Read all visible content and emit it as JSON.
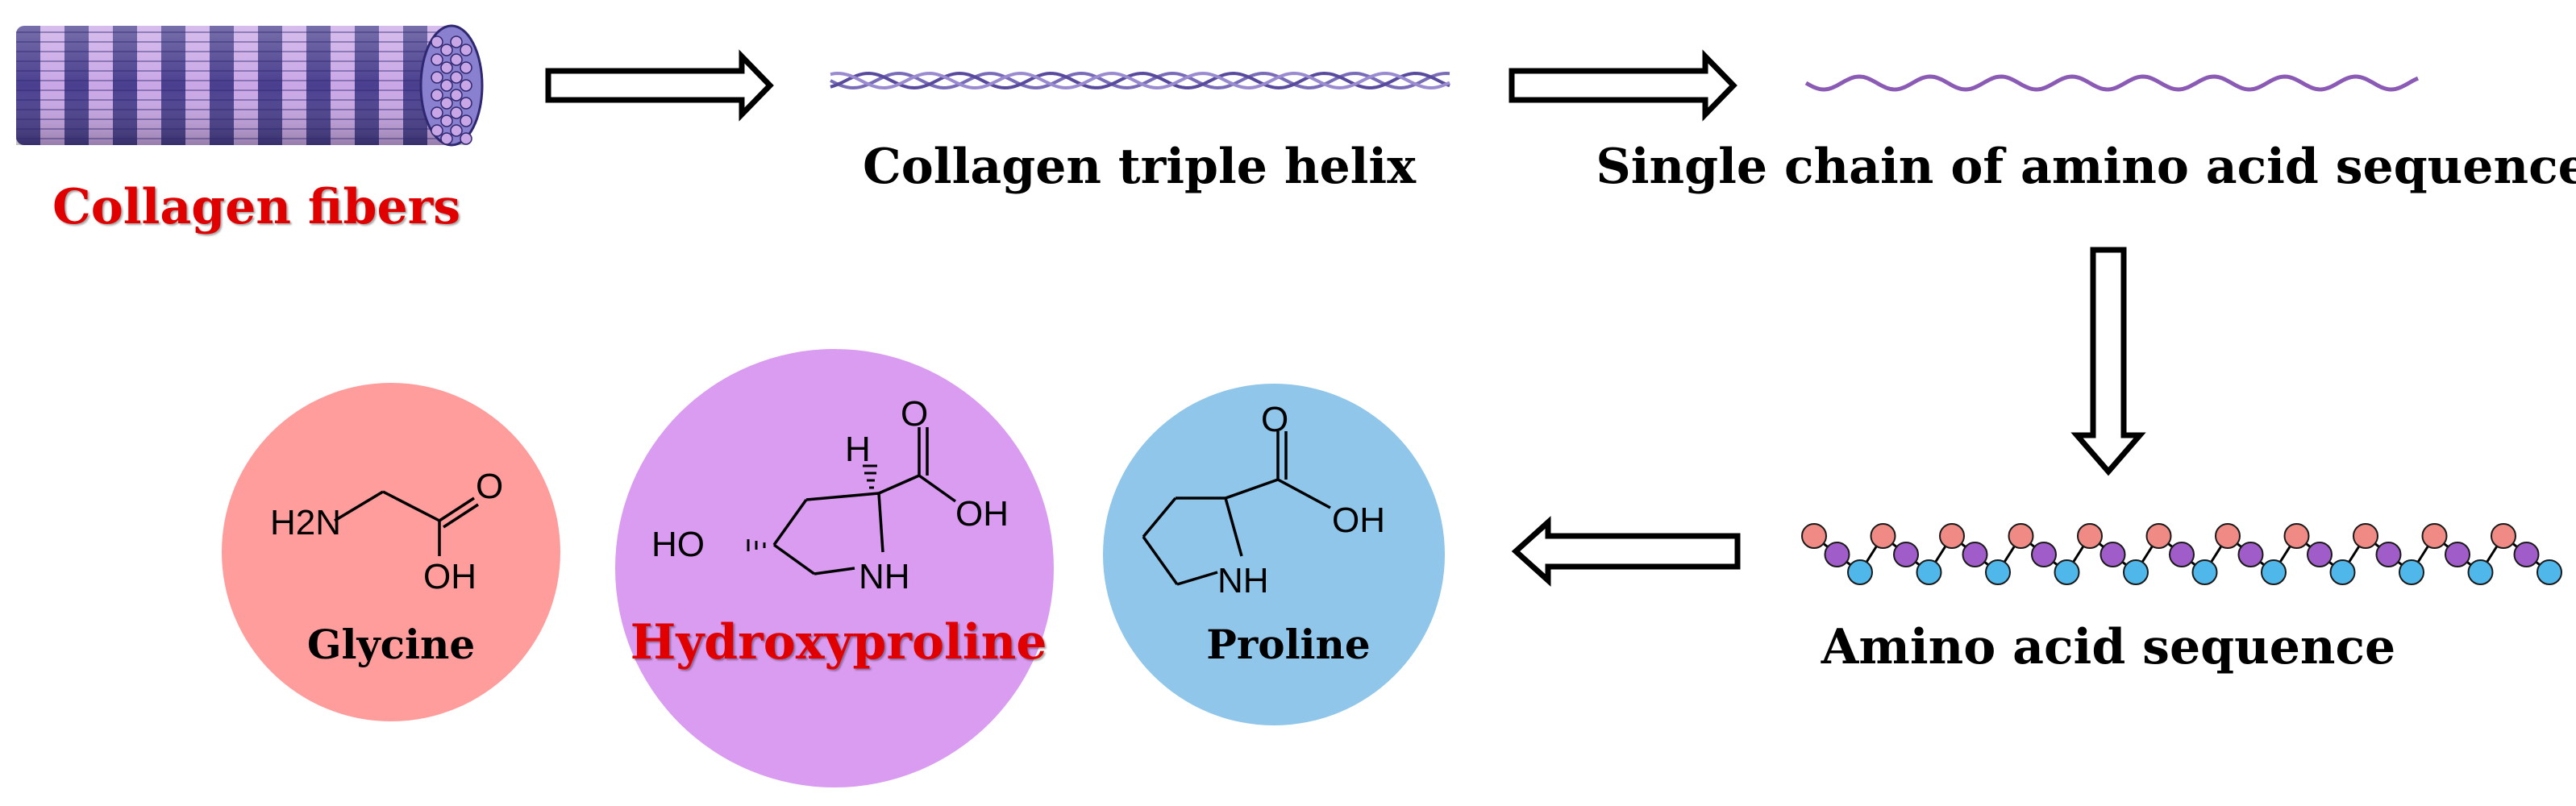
{
  "colors": {
    "fiber_dark": "#4a3f8f",
    "fiber_light": "#c9a7e6",
    "helix": "#7a6bb8",
    "chain": "#8a5ab5",
    "bead_red": "#f08a85",
    "bead_purple": "#a05cc8",
    "bead_blue": "#4fb7ea",
    "glycine_circle": "#ff9d9d",
    "hydroxyproline_circle": "#d99cf0",
    "proline_circle": "#8fc6ea",
    "highlight_text": "#e00000"
  },
  "stages": {
    "fibers": {
      "label": "Collagen fibers"
    },
    "triple_helix": {
      "label": "Collagen triple helix"
    },
    "single_chain": {
      "label": "Single chain of amino acid sequences"
    },
    "sequence": {
      "label": "Amino acid sequence"
    }
  },
  "amino_acids": {
    "glycine": {
      "name": "Glycine",
      "atoms": {
        "amine": "H2N",
        "carbonyl_o": "O",
        "hydroxyl": "OH"
      }
    },
    "hydroxyproline": {
      "name": "Hydroxyproline",
      "atoms": {
        "hydroxyl_left": "HO",
        "hydrogen": "H",
        "carbonyl_o": "O",
        "hydroxyl_right": "OH",
        "amine": "NH"
      }
    },
    "proline": {
      "name": "Proline",
      "atoms": {
        "carbonyl_o": "O",
        "hydroxyl": "OH",
        "amine": "NH"
      }
    }
  }
}
